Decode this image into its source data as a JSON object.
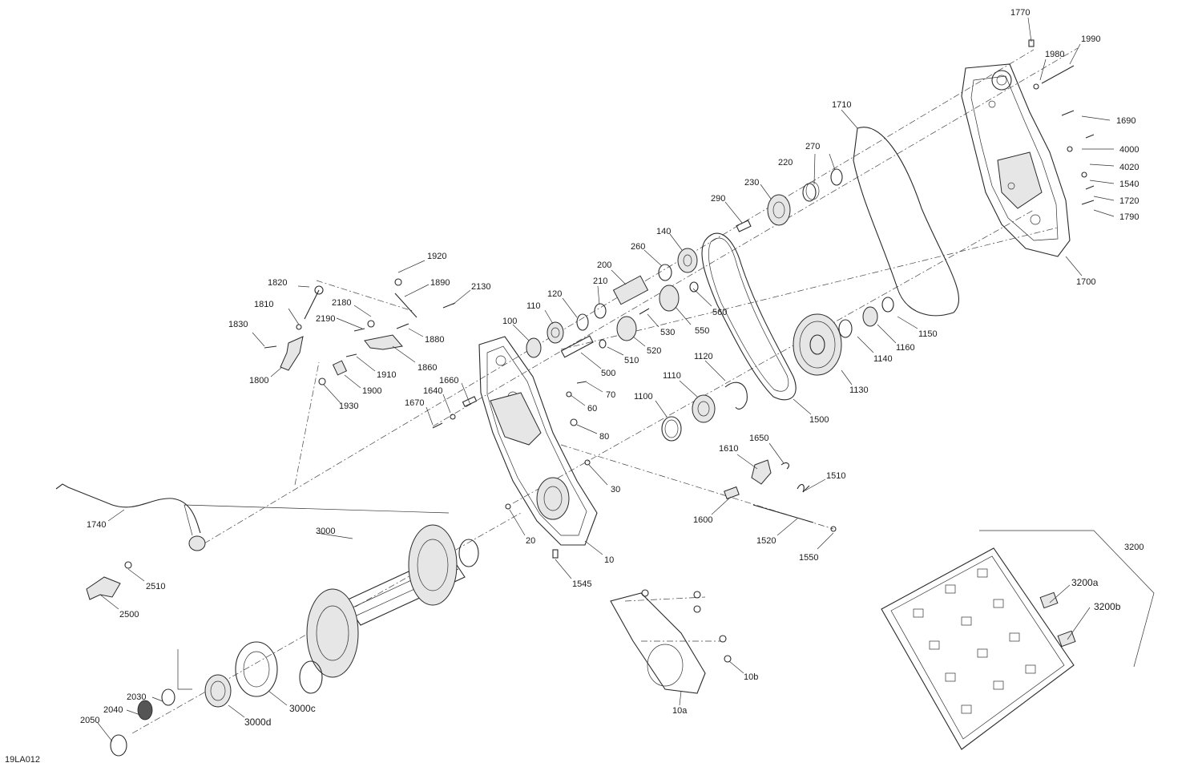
{
  "figure_code": "19LA012",
  "callouts": [
    {
      "id": "c1770",
      "text": "1770"
    },
    {
      "id": "c1990",
      "text": "1990"
    },
    {
      "id": "c1980",
      "text": "1980"
    },
    {
      "id": "c1710",
      "text": "1710"
    },
    {
      "id": "c1690",
      "text": "1690"
    },
    {
      "id": "c4000",
      "text": "4000"
    },
    {
      "id": "c4020",
      "text": "4020"
    },
    {
      "id": "c1540",
      "text": "1540"
    },
    {
      "id": "c1720",
      "text": "1720"
    },
    {
      "id": "c1790",
      "text": "1790"
    },
    {
      "id": "c1700",
      "text": "1700"
    },
    {
      "id": "c270",
      "text": "270"
    },
    {
      "id": "c220",
      "text": "220"
    },
    {
      "id": "c230",
      "text": "230"
    },
    {
      "id": "c290",
      "text": "290"
    },
    {
      "id": "c140",
      "text": "140"
    },
    {
      "id": "c260",
      "text": "260"
    },
    {
      "id": "c200",
      "text": "200"
    },
    {
      "id": "c210",
      "text": "210"
    },
    {
      "id": "c120",
      "text": "120"
    },
    {
      "id": "c110",
      "text": "110"
    },
    {
      "id": "c100",
      "text": "100"
    },
    {
      "id": "c560",
      "text": "560"
    },
    {
      "id": "c550",
      "text": "550"
    },
    {
      "id": "c530",
      "text": "530"
    },
    {
      "id": "c520",
      "text": "520"
    },
    {
      "id": "c510",
      "text": "510"
    },
    {
      "id": "c500",
      "text": "500"
    },
    {
      "id": "c1920",
      "text": "1920"
    },
    {
      "id": "c1890",
      "text": "1890"
    },
    {
      "id": "c2130",
      "text": "2130"
    },
    {
      "id": "c1820",
      "text": "1820"
    },
    {
      "id": "c2180",
      "text": "2180"
    },
    {
      "id": "c1810",
      "text": "1810"
    },
    {
      "id": "c2190",
      "text": "2190"
    },
    {
      "id": "c1880",
      "text": "1880"
    },
    {
      "id": "c1830",
      "text": "1830"
    },
    {
      "id": "c1860",
      "text": "1860"
    },
    {
      "id": "c1910",
      "text": "1910"
    },
    {
      "id": "c1800",
      "text": "1800"
    },
    {
      "id": "c1900",
      "text": "1900"
    },
    {
      "id": "c1930",
      "text": "1930"
    },
    {
      "id": "c1660",
      "text": "1660"
    },
    {
      "id": "c1640",
      "text": "1640"
    },
    {
      "id": "c1670",
      "text": "1670"
    },
    {
      "id": "c70",
      "text": "70"
    },
    {
      "id": "c60",
      "text": "60"
    },
    {
      "id": "c80",
      "text": "80"
    },
    {
      "id": "c30",
      "text": "30"
    },
    {
      "id": "c20",
      "text": "20"
    },
    {
      "id": "c10",
      "text": "10"
    },
    {
      "id": "c1545",
      "text": "1545"
    },
    {
      "id": "c1100",
      "text": "1100"
    },
    {
      "id": "c1110",
      "text": "1110"
    },
    {
      "id": "c1120",
      "text": "1120"
    },
    {
      "id": "c1500",
      "text": "1500"
    },
    {
      "id": "c1130",
      "text": "1130"
    },
    {
      "id": "c1140",
      "text": "1140"
    },
    {
      "id": "c1160",
      "text": "1160"
    },
    {
      "id": "c1150",
      "text": "1150"
    },
    {
      "id": "c1650",
      "text": "1650"
    },
    {
      "id": "c1610",
      "text": "1610"
    },
    {
      "id": "c1510",
      "text": "1510"
    },
    {
      "id": "c1600",
      "text": "1600"
    },
    {
      "id": "c1520",
      "text": "1520"
    },
    {
      "id": "c1550",
      "text": "1550"
    },
    {
      "id": "c1740",
      "text": "1740"
    },
    {
      "id": "c3000",
      "text": "3000"
    },
    {
      "id": "c2510",
      "text": "2510"
    },
    {
      "id": "c2500",
      "text": "2500"
    },
    {
      "id": "c3000c",
      "text": "3000c"
    },
    {
      "id": "c3000d",
      "text": "3000d"
    },
    {
      "id": "c2030",
      "text": "2030"
    },
    {
      "id": "c2040",
      "text": "2040"
    },
    {
      "id": "c2050",
      "text": "2050"
    },
    {
      "id": "c10a",
      "text": "10a"
    },
    {
      "id": "c10b",
      "text": "10b"
    },
    {
      "id": "c3200",
      "text": "3200"
    },
    {
      "id": "c3200a",
      "text": "3200a"
    },
    {
      "id": "c3200b",
      "text": "3200b"
    }
  ]
}
